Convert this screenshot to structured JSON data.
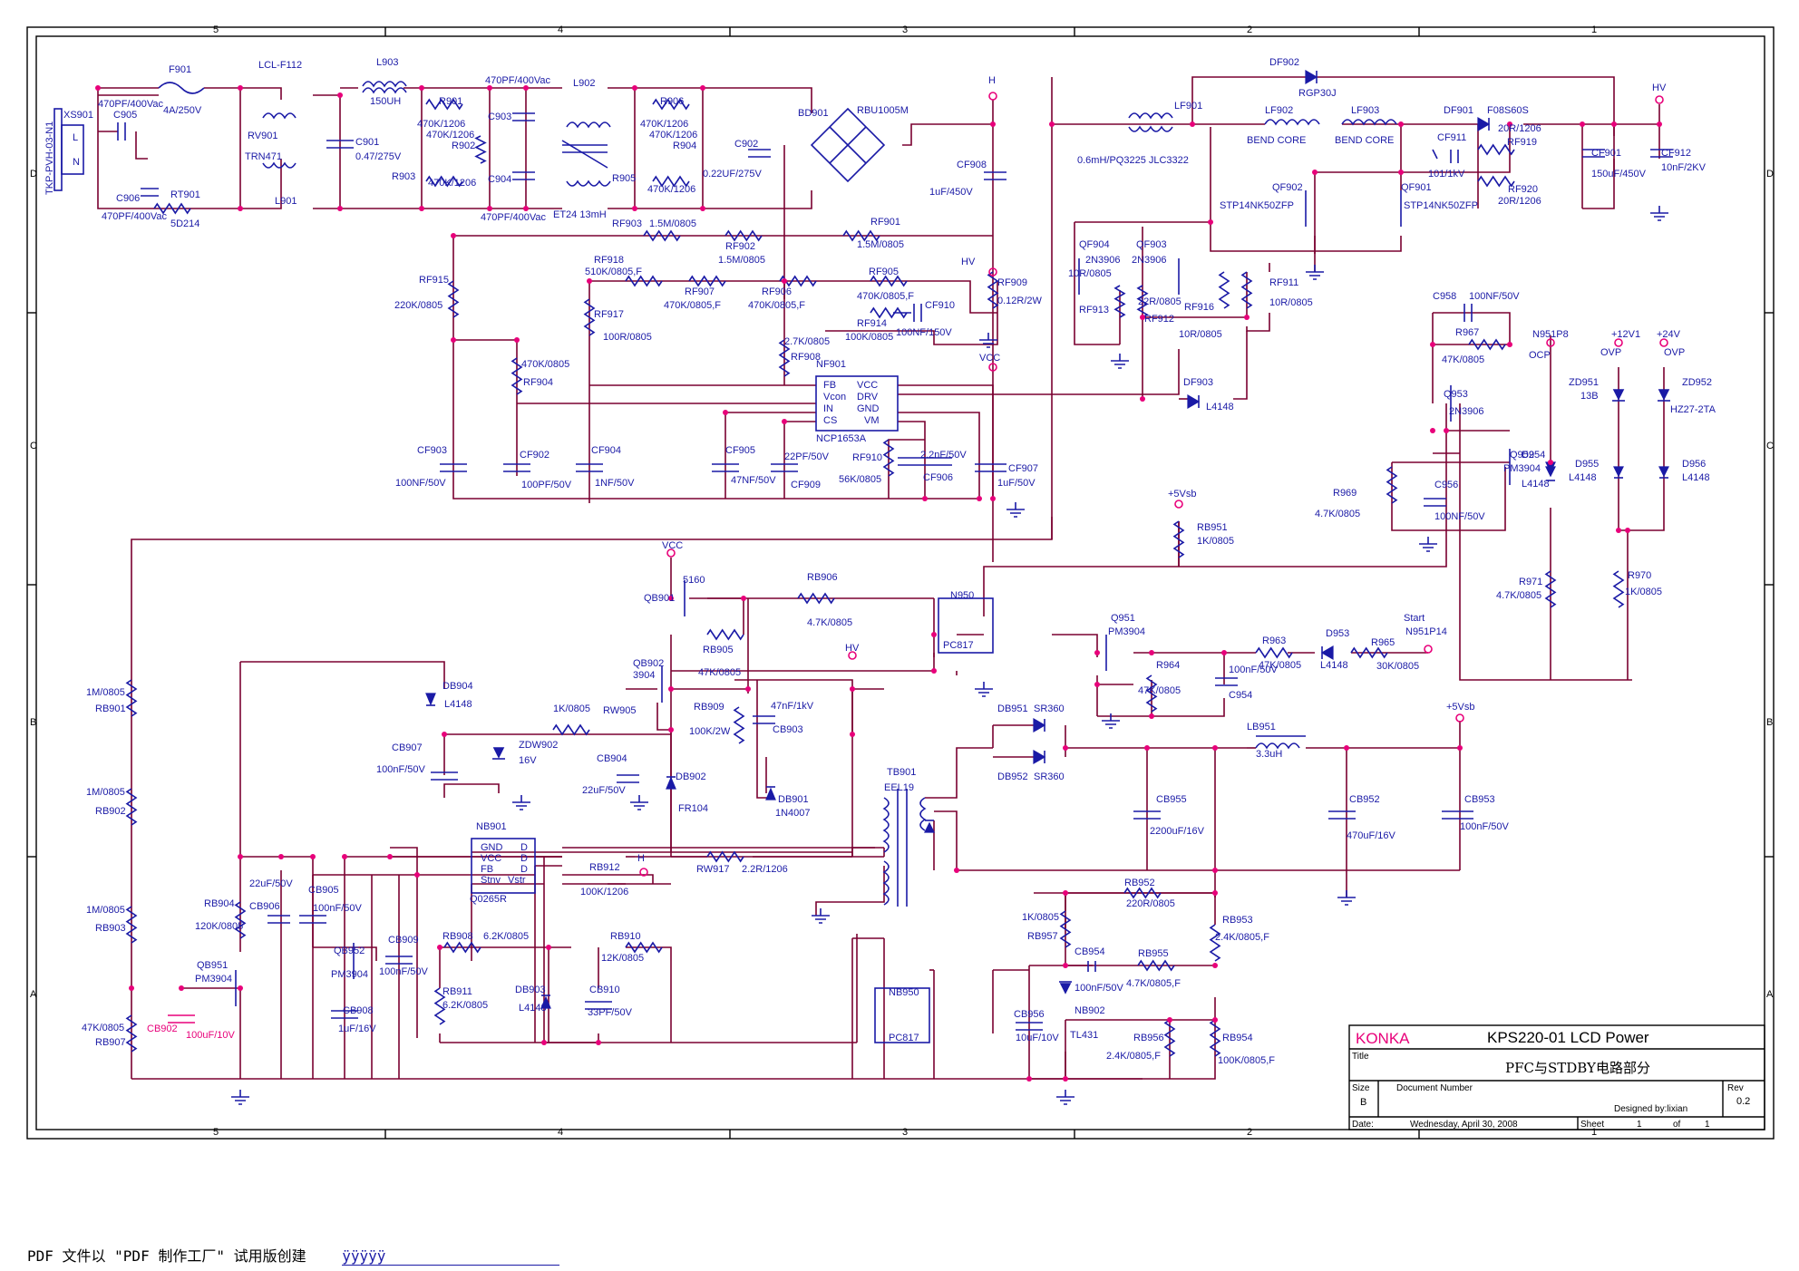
{
  "footer": {
    "watermark": "PDF 文件以 \"PDF 制作工厂\" 试用版创建",
    "link": "ÿÿÿÿÿ"
  },
  "title_block": {
    "brand": "KONKA",
    "product": "KPS220-01 LCD Power",
    "title_label": "Title",
    "title": "PFC与STDBY电路部分",
    "size_label": "Size",
    "size": "B",
    "docnum_label": "Document Number",
    "designer": "Designed by:lixian",
    "rev_label": "Rev",
    "rev": "0.2",
    "date_label": "Date:",
    "date": "Wednesday, April 30, 2008",
    "sheet_label": "Sheet",
    "sheet": "1",
    "of_label": "of",
    "of": "1"
  },
  "zones": {
    "cols": [
      "5",
      "4",
      "3",
      "2",
      "1"
    ],
    "rows": [
      "D",
      "C",
      "B",
      "A"
    ]
  },
  "colors": {
    "wire": "#7a0030",
    "component": "#1a1aa6",
    "junction": "#e8007a"
  },
  "labels": [
    {
      "id": "xs901",
      "text": "XS901"
    },
    {
      "id": "tkp",
      "text": "TKP-PVH-03-N1"
    },
    {
      "id": "L",
      "text": "L"
    },
    {
      "id": "N",
      "text": "N"
    },
    {
      "id": "f901",
      "text": "F901"
    },
    {
      "id": "f901v",
      "text": "4A/250V"
    },
    {
      "id": "c905",
      "text": "C905"
    },
    {
      "id": "c905v",
      "text": "470PF/400Vac"
    },
    {
      "id": "c906",
      "text": "C906"
    },
    {
      "id": "c906v",
      "text": "470PF/400Vac"
    },
    {
      "id": "rt901",
      "text": "RT901"
    },
    {
      "id": "rt901v",
      "text": "5D214"
    },
    {
      "id": "rv901",
      "text": "RV901"
    },
    {
      "id": "trn",
      "text": "TRN471"
    },
    {
      "id": "lcl",
      "text": "LCL-F112"
    },
    {
      "id": "l901",
      "text": "L901"
    },
    {
      "id": "l903",
      "text": "L903"
    },
    {
      "id": "l903v",
      "text": "150UH"
    },
    {
      "id": "c901",
      "text": "C901"
    },
    {
      "id": "c901v",
      "text": "0.47/275V"
    },
    {
      "id": "r901",
      "text": "R901"
    },
    {
      "id": "r901v",
      "text": "470K/1206"
    },
    {
      "id": "r902v",
      "text": "470K/1206"
    },
    {
      "id": "r902",
      "text": "R902"
    },
    {
      "id": "r903",
      "text": "R903"
    },
    {
      "id": "r903v",
      "text": "470K/1206"
    },
    {
      "id": "c903",
      "text": "C903"
    },
    {
      "id": "c904",
      "text": "C904"
    },
    {
      "id": "c903v",
      "text": "470PF/400Vac"
    },
    {
      "id": "c904v",
      "text": "470PF/400Vac"
    },
    {
      "id": "l902",
      "text": "L902"
    },
    {
      "id": "et24",
      "text": "ET24 13mH"
    },
    {
      "id": "r906",
      "text": "R906"
    },
    {
      "id": "r906v",
      "text": "470K/1206"
    },
    {
      "id": "r904v",
      "text": "470K/1206"
    },
    {
      "id": "r904",
      "text": "R904"
    },
    {
      "id": "r905",
      "text": "R905"
    },
    {
      "id": "r905v",
      "text": "470K/1206"
    },
    {
      "id": "c902",
      "text": "C902"
    },
    {
      "id": "c902v",
      "text": "0.22UF/275V"
    },
    {
      "id": "bd901",
      "text": "BD901"
    },
    {
      "id": "rbu",
      "text": "RBU1005M"
    },
    {
      "id": "H1",
      "text": "H"
    },
    {
      "id": "cf908",
      "text": "CF908"
    },
    {
      "id": "cf908v",
      "text": "1uF/450V"
    },
    {
      "id": "rf903",
      "text": "RF903"
    },
    {
      "id": "rf903v",
      "text": "1.5M/0805"
    },
    {
      "id": "rf902",
      "text": "RF902"
    },
    {
      "id": "rf902v",
      "text": "1.5M/0805"
    },
    {
      "id": "rf901",
      "text": "RF901"
    },
    {
      "id": "rf901v",
      "text": "1.5M/0805"
    },
    {
      "id": "rf918",
      "text": "RF918"
    },
    {
      "id": "rf918v",
      "text": "510K/0805,F"
    },
    {
      "id": "rf907",
      "text": "RF907"
    },
    {
      "id": "rf907v",
      "text": "470K/0805,F"
    },
    {
      "id": "rf906",
      "text": "RF906"
    },
    {
      "id": "rf906v",
      "text": "470K/0805,F"
    },
    {
      "id": "rf905",
      "text": "RF905"
    },
    {
      "id": "rf905v",
      "text": "470K/0805,F"
    },
    {
      "id": "hv1",
      "text": "HV"
    },
    {
      "id": "rf909",
      "text": "RF909"
    },
    {
      "id": "rf909v",
      "text": "0.12R/2W"
    },
    {
      "id": "rf914",
      "text": "RF914"
    },
    {
      "id": "rf914v",
      "text": "100K/0805"
    },
    {
      "id": "cf910",
      "text": "CF910"
    },
    {
      "id": "cf910v",
      "text": "100NF/150V"
    },
    {
      "id": "rf915",
      "text": "RF915"
    },
    {
      "id": "rf915v",
      "text": "220K/0805"
    },
    {
      "id": "rf917",
      "text": "RF917"
    },
    {
      "id": "rf917v",
      "text": "100R/0805"
    },
    {
      "id": "rf904v",
      "text": "470K/0805"
    },
    {
      "id": "rf904",
      "text": "RF904"
    },
    {
      "id": "rf908v",
      "text": "2.7K/0805"
    },
    {
      "id": "rf908",
      "text": "RF908"
    },
    {
      "id": "nf901",
      "text": "NF901"
    },
    {
      "id": "ncp",
      "text": "NCP1653A"
    },
    {
      "id": "vcc1",
      "text": "VCC"
    },
    {
      "id": "pfb",
      "text": "FB"
    },
    {
      "id": "pvcon",
      "text": "Vcon"
    },
    {
      "id": "pin",
      "text": "IN"
    },
    {
      "id": "pcs",
      "text": "CS"
    },
    {
      "id": "pvcc",
      "text": "VCC"
    },
    {
      "id": "pdrv",
      "text": "DRV"
    },
    {
      "id": "pgnd",
      "text": "GND"
    },
    {
      "id": "pvm",
      "text": "VM"
    },
    {
      "id": "cf903",
      "text": "CF903"
    },
    {
      "id": "cf903v",
      "text": "100NF/50V"
    },
    {
      "id": "cf902",
      "text": "CF902"
    },
    {
      "id": "cf902v",
      "text": "100PF/50V"
    },
    {
      "id": "cf904",
      "text": "CF904"
    },
    {
      "id": "cf904v",
      "text": "1NF/50V"
    },
    {
      "id": "cf905",
      "text": "CF905"
    },
    {
      "id": "cf905v",
      "text": "47NF/50V"
    },
    {
      "id": "cf909v",
      "text": "22PF/50V"
    },
    {
      "id": "cf909",
      "text": "CF909"
    },
    {
      "id": "rf910",
      "text": "RF910"
    },
    {
      "id": "rf910v",
      "text": "56K/0805"
    },
    {
      "id": "cf906v",
      "text": "2.2nF/50V"
    },
    {
      "id": "cf906",
      "text": "CF906"
    },
    {
      "id": "cf907",
      "text": "CF907"
    },
    {
      "id": "cf907v",
      "text": "1uF/50V"
    },
    {
      "id": "lf901",
      "text": "LF901"
    },
    {
      "id": "lf901v",
      "text": "0.6mH/PQ3225  JLC3322"
    },
    {
      "id": "lf902",
      "text": "LF902"
    },
    {
      "id": "bc1",
      "text": "BEND CORE"
    },
    {
      "id": "lf903",
      "text": "LF903"
    },
    {
      "id": "bc2",
      "text": "BEND CORE"
    },
    {
      "id": "df902",
      "text": "DF902"
    },
    {
      "id": "rgp",
      "text": "RGP30J"
    },
    {
      "id": "df901",
      "text": "DF901"
    },
    {
      "id": "f08",
      "text": "F08S60S"
    },
    {
      "id": "rf919v",
      "text": "20R/1206"
    },
    {
      "id": "rf919",
      "text": "RF919"
    },
    {
      "id": "rf920",
      "text": "RF920"
    },
    {
      "id": "rf920v",
      "text": "20R/1206"
    },
    {
      "id": "cf911",
      "text": "CF911"
    },
    {
      "id": "cf911v",
      "text": "101/1kV"
    },
    {
      "id": "hv2",
      "text": "HV"
    },
    {
      "id": "cf901",
      "text": "CF901"
    },
    {
      "id": "cf901v",
      "text": "150uF/450V"
    },
    {
      "id": "cf912",
      "text": "CF912"
    },
    {
      "id": "cf912v",
      "text": "10nF/2KV"
    },
    {
      "id": "qf902",
      "text": "QF902"
    },
    {
      "id": "qf902v",
      "text": "STP14NK50ZFP"
    },
    {
      "id": "qf901",
      "text": "QF901"
    },
    {
      "id": "qf901v",
      "text": "STP14NK50ZFP"
    },
    {
      "id": "qf904",
      "text": "QF904"
    },
    {
      "id": "qf904v",
      "text": "2N3906"
    },
    {
      "id": "qf903",
      "text": "QF903"
    },
    {
      "id": "qf903v",
      "text": "2N3906"
    },
    {
      "id": "10r",
      "text": "10R/0805"
    },
    {
      "id": "22r",
      "text": "22R/0805"
    },
    {
      "id": "rf913",
      "text": "RF913"
    },
    {
      "id": "rf912",
      "text": "RF912"
    },
    {
      "id": "rf916",
      "text": "RF916"
    },
    {
      "id": "rf916v",
      "text": "10R/0805"
    },
    {
      "id": "rf911",
      "text": "RF911"
    },
    {
      "id": "rf911v",
      "text": "10R/0805"
    },
    {
      "id": "df903",
      "text": "DF903"
    },
    {
      "id": "df903v",
      "text": "L4148"
    },
    {
      "id": "c958",
      "text": "C958"
    },
    {
      "id": "c958v",
      "text": "100NF/50V"
    },
    {
      "id": "r967",
      "text": "R967"
    },
    {
      "id": "r967v",
      "text": "47K/0805"
    },
    {
      "id": "q953",
      "text": "Q953"
    },
    {
      "id": "q953v",
      "text": "2N3906"
    },
    {
      "id": "q952",
      "text": "Q952"
    },
    {
      "id": "q952v",
      "text": "PM3904"
    },
    {
      "id": "r969",
      "text": "R969"
    },
    {
      "id": "r969v",
      "text": "4.7K/0805"
    },
    {
      "id": "c956",
      "text": "C956"
    },
    {
      "id": "c956v",
      "text": "100NF/50V"
    },
    {
      "id": "n951p8",
      "text": "N951P8"
    },
    {
      "id": "ocp",
      "text": "OCP"
    },
    {
      "id": "d954",
      "text": "D954"
    },
    {
      "id": "d954v",
      "text": "L4148"
    },
    {
      "id": "12v1",
      "text": "+12V1"
    },
    {
      "id": "24v",
      "text": "+24V"
    },
    {
      "id": "ovp1",
      "text": "OVP"
    },
    {
      "id": "ovp2",
      "text": "OVP"
    },
    {
      "id": "zd951",
      "text": "ZD951"
    },
    {
      "id": "zd951v",
      "text": "13B"
    },
    {
      "id": "zd952",
      "text": "ZD952"
    },
    {
      "id": "zd952v",
      "text": "HZ27-2TA"
    },
    {
      "id": "d955",
      "text": "D955"
    },
    {
      "id": "d955v",
      "text": "L4148"
    },
    {
      "id": "d956",
      "text": "D956"
    },
    {
      "id": "d956v",
      "text": "L4148"
    },
    {
      "id": "r971",
      "text": "R971"
    },
    {
      "id": "r971v",
      "text": "4.7K/0805"
    },
    {
      "id": "r970",
      "text": "R970"
    },
    {
      "id": "r970v",
      "text": "1K/0805"
    },
    {
      "id": "5vsb1",
      "text": "+5Vsb"
    },
    {
      "id": "rb951",
      "text": "RB951"
    },
    {
      "id": "rb951v",
      "text": "1K/0805"
    },
    {
      "id": "vcc2",
      "text": "VCC"
    },
    {
      "id": "qb901",
      "text": "QB901"
    },
    {
      "id": "5160",
      "text": "5160"
    },
    {
      "id": "rb906",
      "text": "RB906"
    },
    {
      "id": "rb906v",
      "text": "4.7K/0805"
    },
    {
      "id": "n950",
      "text": "N950"
    },
    {
      "id": "pc817a",
      "text": "PC817"
    },
    {
      "id": "q951",
      "text": "Q951"
    },
    {
      "id": "q951v",
      "text": "PM3904"
    },
    {
      "id": "start",
      "text": "Start"
    },
    {
      "id": "n951p14",
      "text": "N951P14"
    },
    {
      "id": "r963",
      "text": "R963"
    },
    {
      "id": "r963v",
      "text": "47K/0805"
    },
    {
      "id": "d953",
      "text": "D953"
    },
    {
      "id": "d953v",
      "text": "L4148"
    },
    {
      "id": "r965",
      "text": "R965"
    },
    {
      "id": "r965v",
      "text": "30K/0805"
    },
    {
      "id": "r964",
      "text": "R964"
    },
    {
      "id": "r964v",
      "text": "47K/0805"
    },
    {
      "id": "c954v",
      "text": "100nF/50V"
    },
    {
      "id": "c954",
      "text": "C954"
    },
    {
      "id": "qb902",
      "text": "QB902"
    },
    {
      "id": "3904",
      "text": "3904"
    },
    {
      "id": "rb905",
      "text": "RB905"
    },
    {
      "id": "rb905v",
      "text": "47K/0805"
    },
    {
      "id": "db904",
      "text": "DB904"
    },
    {
      "id": "db904v",
      "text": "L4148"
    },
    {
      "id": "rw905v",
      "text": "1K/0805"
    },
    {
      "id": "rw905",
      "text": "RW905"
    },
    {
      "id": "cb907",
      "text": "CB907"
    },
    {
      "id": "cb907v",
      "text": "100nF/50V"
    },
    {
      "id": "zdw902",
      "text": "ZDW902"
    },
    {
      "id": "zdw902v",
      "text": "16V"
    },
    {
      "id": "cb904",
      "text": "CB904"
    },
    {
      "id": "cb904v",
      "text": "22uF/50V"
    },
    {
      "id": "db902",
      "text": "DB902"
    },
    {
      "id": "fr104",
      "text": "FR104"
    },
    {
      "id": "hv3",
      "text": "HV"
    },
    {
      "id": "rb909",
      "text": "RB909"
    },
    {
      "id": "rb909v",
      "text": "100K/2W"
    },
    {
      "id": "cb903v",
      "text": "47nF/1kV"
    },
    {
      "id": "cb903",
      "text": "CB903"
    },
    {
      "id": "db901",
      "text": "DB901"
    },
    {
      "id": "1n4007",
      "text": "1N4007"
    },
    {
      "id": "tb901",
      "text": "TB901"
    },
    {
      "id": "eel19",
      "text": "EEL19"
    },
    {
      "id": "db951",
      "text": "DB951"
    },
    {
      "id": "sr1",
      "text": "SR360"
    },
    {
      "id": "db952",
      "text": "DB952"
    },
    {
      "id": "sr2",
      "text": "SR360"
    },
    {
      "id": "5vsb2",
      "text": "+5Vsb"
    },
    {
      "id": "lb951",
      "text": "LB951"
    },
    {
      "id": "lb951v",
      "text": "3.3uH"
    },
    {
      "id": "cb955",
      "text": "CB955"
    },
    {
      "id": "cb955v",
      "text": "2200uF/16V"
    },
    {
      "id": "cb952",
      "text": "CB952"
    },
    {
      "id": "cb952v",
      "text": "470uF/16V"
    },
    {
      "id": "cb953",
      "text": "CB953"
    },
    {
      "id": "cb953v",
      "text": "100nF/50V"
    },
    {
      "id": "nb901",
      "text": "NB901"
    },
    {
      "id": "q0265",
      "text": "Q0265R"
    },
    {
      "id": "ngnd",
      "text": "GND"
    },
    {
      "id": "nvcc",
      "text": "VCC"
    },
    {
      "id": "nfb",
      "text": "FB"
    },
    {
      "id": "nstnv",
      "text": "Stnv"
    },
    {
      "id": "nd1",
      "text": "D"
    },
    {
      "id": "nd2",
      "text": "D"
    },
    {
      "id": "nd3",
      "text": "D"
    },
    {
      "id": "nvstr",
      "text": "Vstr"
    },
    {
      "id": "rb912",
      "text": "RB912"
    },
    {
      "id": "rb912v",
      "text": "100K/1206"
    },
    {
      "id": "H2",
      "text": "H"
    },
    {
      "id": "rw917",
      "text": "RW917"
    },
    {
      "id": "rw917v",
      "text": "2.2R/1206"
    },
    {
      "id": "rb901v",
      "text": "1M/0805"
    },
    {
      "id": "rb901",
      "text": "RB901"
    },
    {
      "id": "rb902v",
      "text": "1M/0805"
    },
    {
      "id": "rb902",
      "text": "RB902"
    },
    {
      "id": "rb903v",
      "text": "1M/0805"
    },
    {
      "id": "rb903",
      "text": "RB903"
    },
    {
      "id": "rb907v",
      "text": "47K/0805"
    },
    {
      "id": "rb907",
      "text": "RB907"
    },
    {
      "id": "cb902",
      "text": "CB902"
    },
    {
      "id": "cb902v",
      "text": "100uF/10V"
    },
    {
      "id": "qb951",
      "text": "QB951"
    },
    {
      "id": "qb951v",
      "text": "PM3904"
    },
    {
      "id": "rb904",
      "text": "RB904"
    },
    {
      "id": "rb904v",
      "text": "120K/0805"
    },
    {
      "id": "cb906v",
      "text": "22uF/50V"
    },
    {
      "id": "cb906",
      "text": "CB906"
    },
    {
      "id": "cb905",
      "text": "CB905"
    },
    {
      "id": "cb905v",
      "text": "100nF/50V"
    },
    {
      "id": "qb952",
      "text": "QB952"
    },
    {
      "id": "qb952v",
      "text": "PM3904"
    },
    {
      "id": "cb908",
      "text": "CB908"
    },
    {
      "id": "cb908v",
      "text": "1uF/16V"
    },
    {
      "id": "cb909",
      "text": "CB909"
    },
    {
      "id": "cb909v",
      "text": "100nF/50V"
    },
    {
      "id": "rb908",
      "text": "RB908"
    },
    {
      "id": "rb908v",
      "text": "6.2K/0805"
    },
    {
      "id": "rb910",
      "text": "RB910"
    },
    {
      "id": "rb910v",
      "text": "12K/0805"
    },
    {
      "id": "rb911",
      "text": "RB911"
    },
    {
      "id": "rb911v",
      "text": "6.2K/0805"
    },
    {
      "id": "db903",
      "text": "DB903"
    },
    {
      "id": "db903v",
      "text": "L4148"
    },
    {
      "id": "cb910",
      "text": "CB910"
    },
    {
      "id": "cb910v",
      "text": "33PF/50V"
    },
    {
      "id": "nb950",
      "text": "NB950"
    },
    {
      "id": "pc817b",
      "text": "PC817"
    },
    {
      "id": "rb952",
      "text": "RB952"
    },
    {
      "id": "rb952v",
      "text": "220R/0805"
    },
    {
      "id": "rb957v",
      "text": "1K/0805"
    },
    {
      "id": "rb957",
      "text": "RB957"
    },
    {
      "id": "cb954",
      "text": "CB954"
    },
    {
      "id": "cb954v",
      "text": "100nF/50V"
    },
    {
      "id": "rb955",
      "text": "RB955"
    },
    {
      "id": "rb955v",
      "text": "4.7K/0805,F"
    },
    {
      "id": "rb953",
      "text": "RB953"
    },
    {
      "id": "rb953v",
      "text": "2.4K/0805,F"
    },
    {
      "id": "cb956",
      "text": "CB956"
    },
    {
      "id": "cb956v",
      "text": "10uF/10V"
    },
    {
      "id": "nb902",
      "text": "NB902"
    },
    {
      "id": "tl431",
      "text": "TL431"
    },
    {
      "id": "rb956",
      "text": "RB956"
    },
    {
      "id": "rb956v",
      "text": "2.4K/0805,F"
    },
    {
      "id": "rb954",
      "text": "RB954"
    },
    {
      "id": "rb954v",
      "text": "100K/0805,F"
    }
  ]
}
